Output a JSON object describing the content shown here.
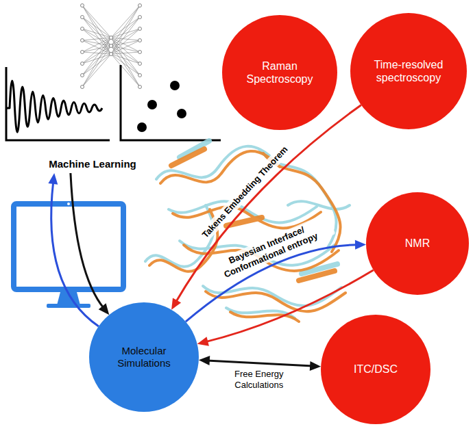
{
  "diagram": {
    "nodes": [
      {
        "text": [
          "Raman Spectroscopy"
        ]
      },
      {
        "text": [
          "Time-resolved spectroscopy"
        ]
      },
      {
        "text": [
          "Machine Learning"
        ]
      },
      {
        "text": [
          "NMR"
        ]
      },
      {
        "text": [
          "Molecular Simulations"
        ]
      },
      {
        "text": [
          "ITC/DSC"
        ]
      }
    ],
    "edges": [
      {
        "from": 4,
        "to": 2,
        "arrow": "to"
      },
      {
        "from": 2,
        "to": 4,
        "arrow": "to"
      },
      {
        "from": 1,
        "to": 4,
        "label": "Takens Embedding Theorem",
        "arrow": "to"
      },
      {
        "from": 4,
        "to": 3,
        "label": "Bayesian Interface/ Conformational entropy",
        "arrow": "to"
      },
      {
        "from": 3,
        "to": 4,
        "arrow": "to"
      },
      {
        "from": 4,
        "to": 5,
        "label": "Free Energy Calculations",
        "arrow": "both"
      }
    ]
  }
}
